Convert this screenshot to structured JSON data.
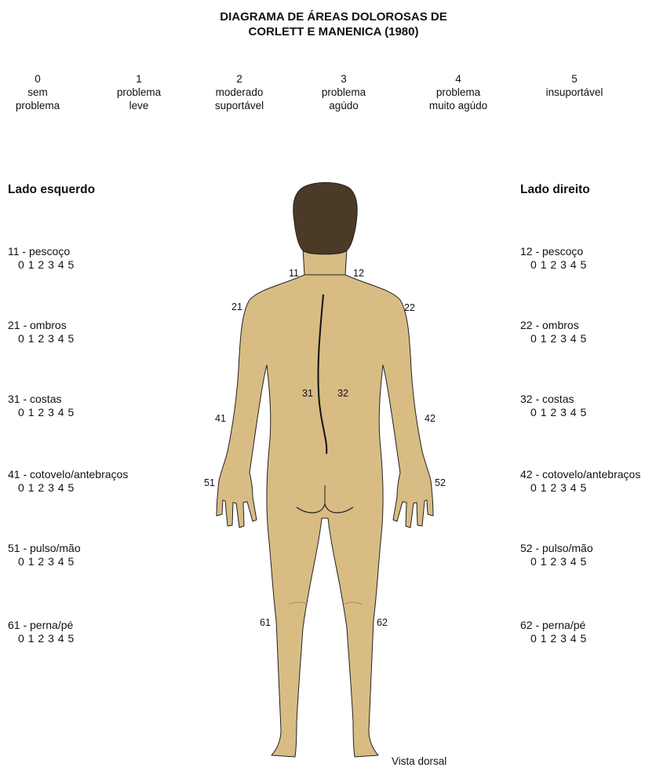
{
  "title": {
    "line1": "DIAGRAMA DE ÁREAS DOLOROSAS DE",
    "line2": "CORLETT E MANENICA (1980)"
  },
  "scale": [
    {
      "value": "0",
      "line1": "sem",
      "line2": "problema"
    },
    {
      "value": "1",
      "line1": "problema",
      "line2": "leve"
    },
    {
      "value": "2",
      "line1": "moderado",
      "line2": "suportável"
    },
    {
      "value": "3",
      "line1": "problema",
      "line2": "agúdo"
    },
    {
      "value": "4",
      "line1": "problema",
      "line2": "muito agúdo"
    },
    {
      "value": "5",
      "line1": "insuportável",
      "line2": ""
    }
  ],
  "left": {
    "title": "Lado esquerdo",
    "regions": [
      {
        "label": "11 - pescoço"
      },
      {
        "label": "21 - ombros"
      },
      {
        "label": "31 - costas"
      },
      {
        "label": "41 - cotovelo/antebraços"
      },
      {
        "label": "51 - pulso/mão"
      },
      {
        "label": "61 - perna/pé"
      }
    ]
  },
  "right": {
    "title": "Lado direito",
    "regions": [
      {
        "label": "12 - pescoço"
      },
      {
        "label": "22 - ombros"
      },
      {
        "label": "32 - costas"
      },
      {
        "label": "42 - cotovelo/antebraços"
      },
      {
        "label": "52 - pulso/mão"
      },
      {
        "label": "62 - perna/pé"
      }
    ]
  },
  "options": [
    "0",
    "1",
    "2",
    "3",
    "4",
    "5"
  ],
  "body_markers": [
    "11",
    "12",
    "21",
    "22",
    "31",
    "32",
    "41",
    "42",
    "51",
    "52",
    "61",
    "62"
  ],
  "caption": "Vista dorsal",
  "colors": {
    "skin": "#d8bc84",
    "hair": "#4a3a26",
    "outline": "#222222"
  }
}
